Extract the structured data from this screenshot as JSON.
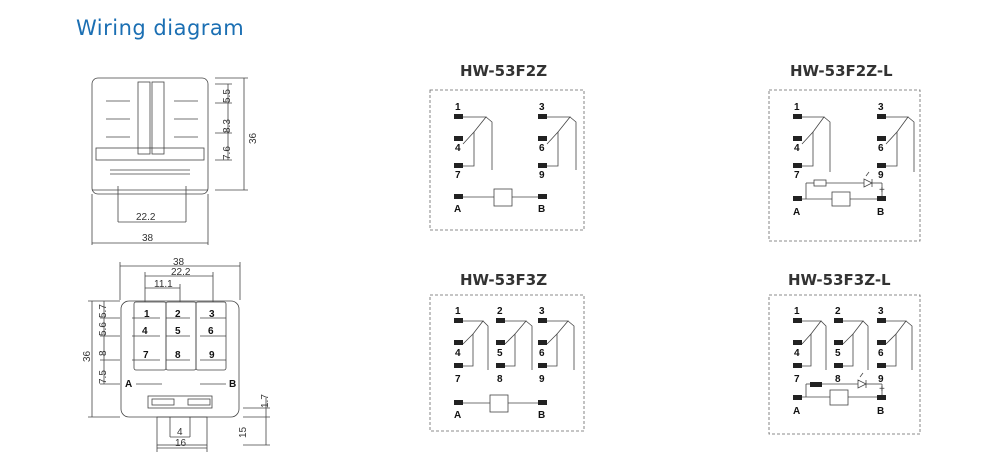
{
  "page": {
    "title": "Wiring diagram"
  },
  "drawing_top": {
    "dims": [
      "5.5",
      "8.3",
      "7.6",
      "36",
      "22.2",
      "38"
    ]
  },
  "drawing_bottom": {
    "dims": [
      "38",
      "22.2",
      "11.1",
      "5.7",
      "5.6",
      "8",
      "7.5",
      "36",
      "1.7",
      "15",
      "4",
      "16"
    ],
    "pins": [
      "1",
      "2",
      "3",
      "4",
      "5",
      "6",
      "7",
      "8",
      "9",
      "A",
      "B"
    ]
  },
  "diagrams": [
    {
      "title": "HW-53F2Z",
      "pins": [
        "1",
        "3",
        "4",
        "6",
        "7",
        "9",
        "A",
        "B"
      ]
    },
    {
      "title": "HW-53F2Z-L",
      "pins": [
        "1",
        "3",
        "4",
        "6",
        "7",
        "9",
        "A",
        "B"
      ],
      "plus": "+"
    },
    {
      "title": "HW-53F3Z",
      "pins": [
        "1",
        "2",
        "3",
        "4",
        "5",
        "6",
        "7",
        "8",
        "9",
        "A",
        "B"
      ]
    },
    {
      "title": "HW-53F3Z-L",
      "pins": [
        "1",
        "2",
        "3",
        "4",
        "5",
        "6",
        "7",
        "8",
        "9",
        "A",
        "B"
      ],
      "plus": "+"
    }
  ]
}
